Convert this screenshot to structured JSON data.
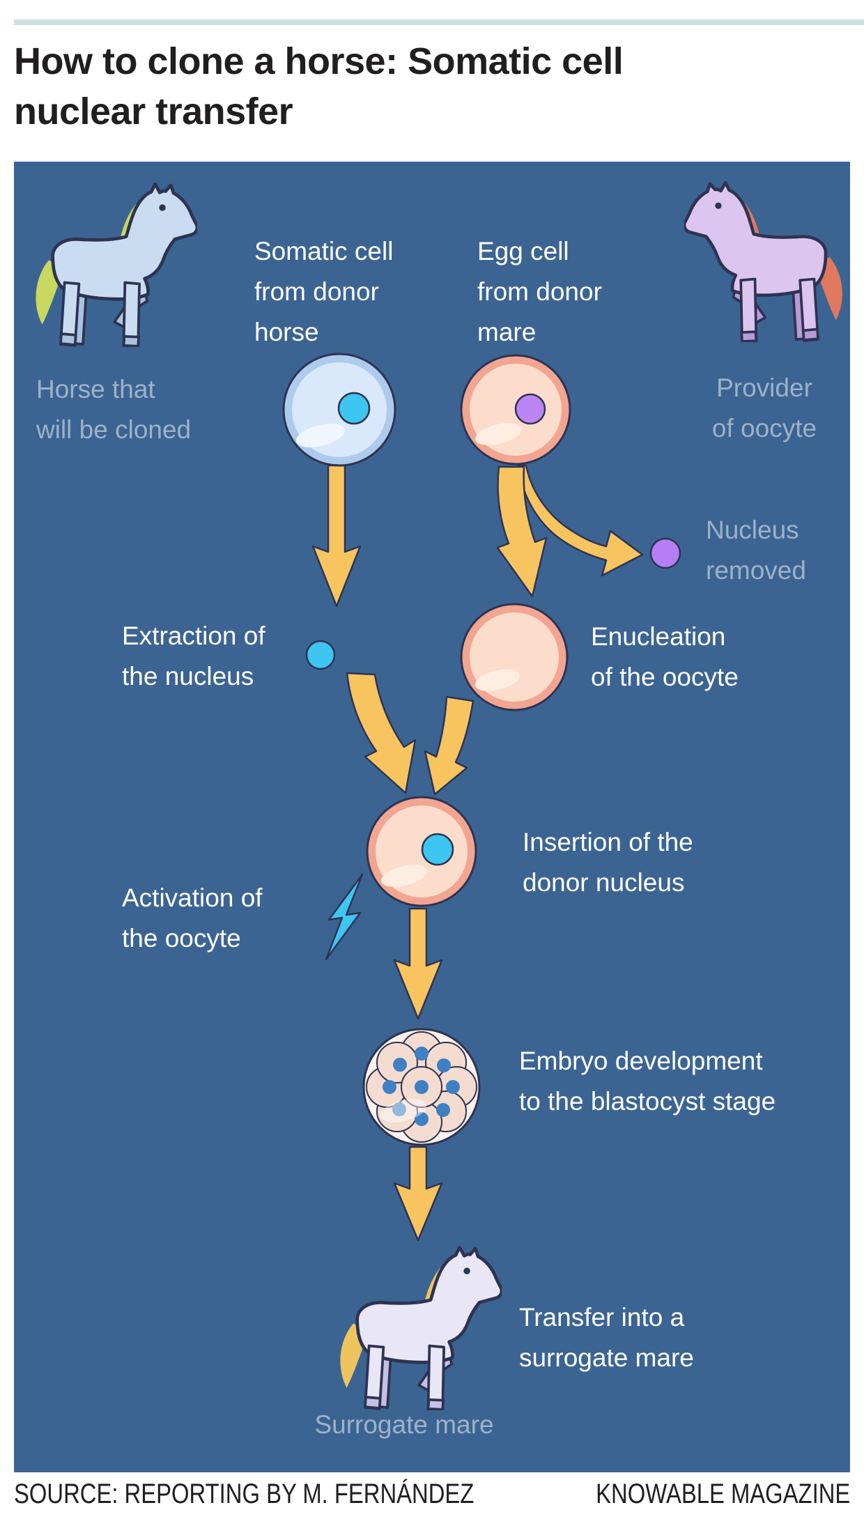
{
  "header": {
    "title": "How to clone a horse: Somatic cell nuclear transfer"
  },
  "diagram": {
    "actors": {
      "donor_horse": {
        "caption": [
          "Horse that",
          "will be cloned"
        ]
      },
      "oocyte_mare": {
        "caption": [
          "Provider",
          "of oocyte"
        ]
      },
      "surrogate_mare": {
        "caption": [
          "Surrogate mare"
        ]
      }
    },
    "labels": {
      "somatic_cell": [
        "Somatic cell",
        "from donor",
        "horse"
      ],
      "egg_cell": [
        "Egg cell",
        "from donor",
        "mare"
      ],
      "nucleus_removed": [
        "Nucleus",
        "removed"
      ],
      "extraction": [
        "Extraction of",
        "the nucleus"
      ],
      "enucleation": [
        "Enucleation",
        "of the oocyte"
      ],
      "insertion": [
        "Insertion of the",
        "donor nucleus"
      ],
      "activation": [
        "Activation of",
        "the oocyte"
      ],
      "embryo": [
        "Embryo development",
        "to the blastocyst stage"
      ],
      "transfer": [
        "Transfer into a",
        "surrogate mare"
      ]
    },
    "colors": {
      "accent_bar": "#cfe0e1",
      "panel_bg": "#3b6493",
      "label_text": "#ffffff",
      "muted_text": "#9db2c9",
      "arrow": "#f8c45f",
      "outline": "#2e3352",
      "somatic_cell_rim": "#aecbed",
      "somatic_cell_fill": "#d9e8fa",
      "somatic_nucleus": "#3ec6f2",
      "egg_cell_rim": "#f2a591",
      "egg_cell_fill": "#fcdccb",
      "egg_nucleus": "#bb86f3",
      "blastomere_fill": "#f5dcd0",
      "blastomere_nucleus": "#3f80c4",
      "lightning_bolt": "#3ec6f2",
      "donor_horse_body": "#c9dcf1",
      "donor_horse_mane": "#c9d85e",
      "oocyte_mare_body": "#dcc5ee",
      "oocyte_mare_mane": "#e0795f",
      "surrogate_mare_body": "#e9e6f6",
      "surrogate_mare_mane": "#eec45f",
      "title_text": "#211e1f"
    }
  },
  "footer": {
    "source": "SOURCE: REPORTING BY M. FERNÁNDEZ",
    "credit": "KNOWABLE MAGAZINE"
  }
}
